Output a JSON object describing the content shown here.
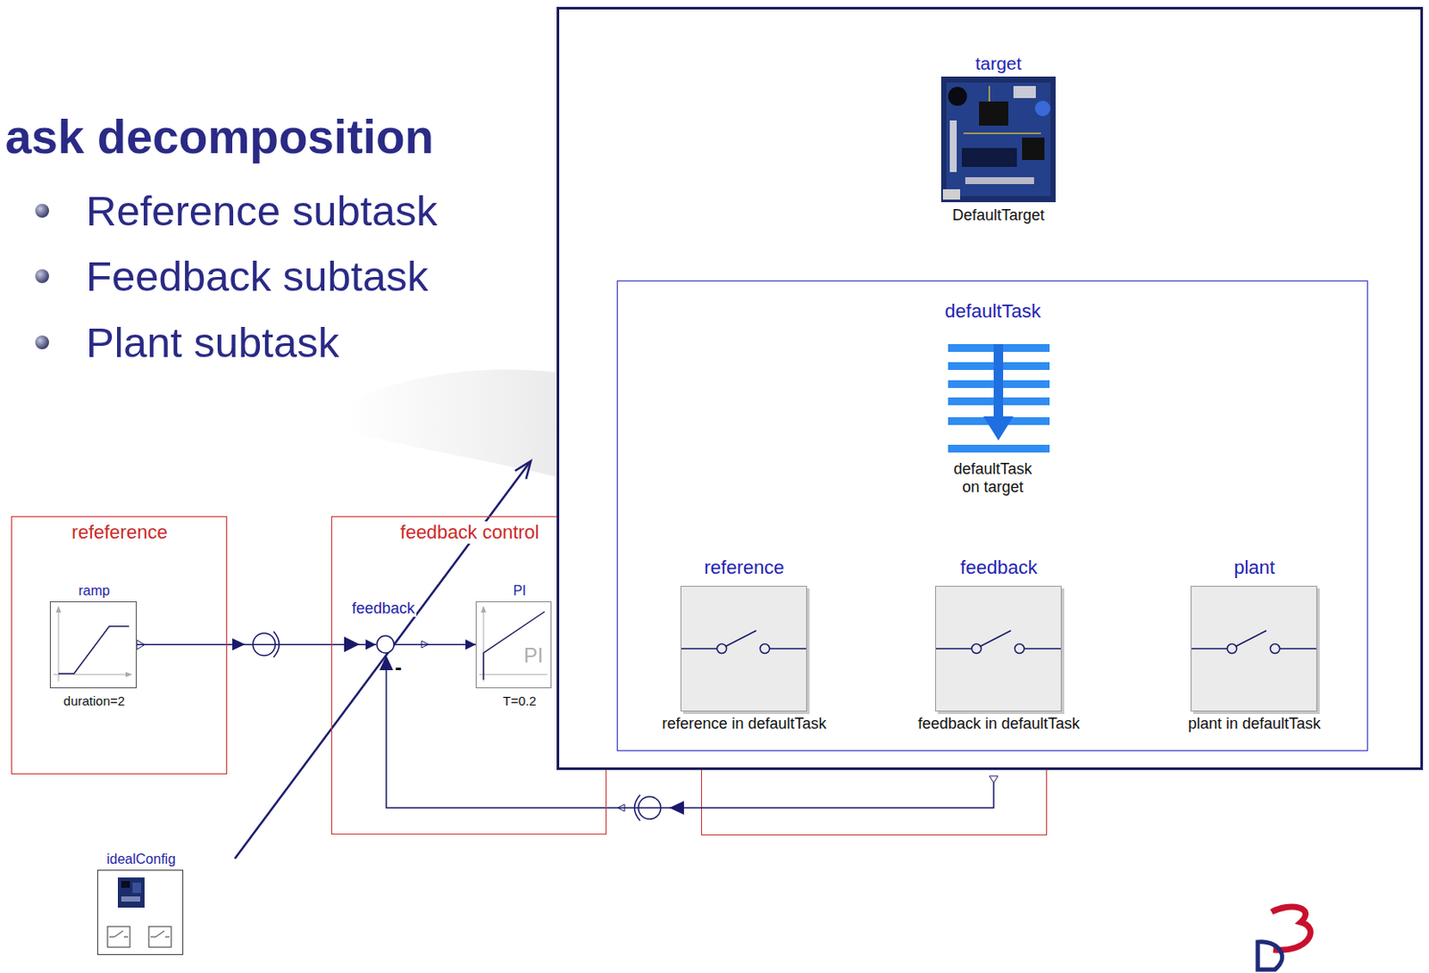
{
  "diagram": {
    "title": "ask decomposition",
    "nodes": [
      {
        "text": [
          "target",
          "DefaultTarget"
        ]
      },
      {
        "text": [
          "defaultTask",
          "defaultTask on target"
        ]
      },
      {
        "text": [
          "reference",
          "reference in defaultTask"
        ],
        "in": 1
      },
      {
        "text": [
          "feedback",
          "feedback in defaultTask"
        ],
        "in": 1
      },
      {
        "text": [
          "plant",
          "plant in defaultTask"
        ],
        "in": 1
      },
      {
        "text": [
          "refeference"
        ]
      },
      {
        "text": [
          "ramp",
          "duration=2"
        ],
        "in": 5
      },
      {
        "text": [
          "feedback control"
        ]
      },
      {
        "text": [
          "feedback",
          "-"
        ],
        "in": 7
      },
      {
        "text": [
          "PI",
          "PI",
          "T=0.2"
        ],
        "in": 7
      },
      {
        "text": [
          "idealConfig"
        ]
      }
    ],
    "edges": [
      {
        "from": 6,
        "to": 8,
        "arrow": "to"
      },
      {
        "from": 8,
        "to": 9,
        "arrow": "to"
      }
    ],
    "labels": [
      "Reference subtask",
      "Feedback subtask",
      "Plant subtask"
    ]
  }
}
